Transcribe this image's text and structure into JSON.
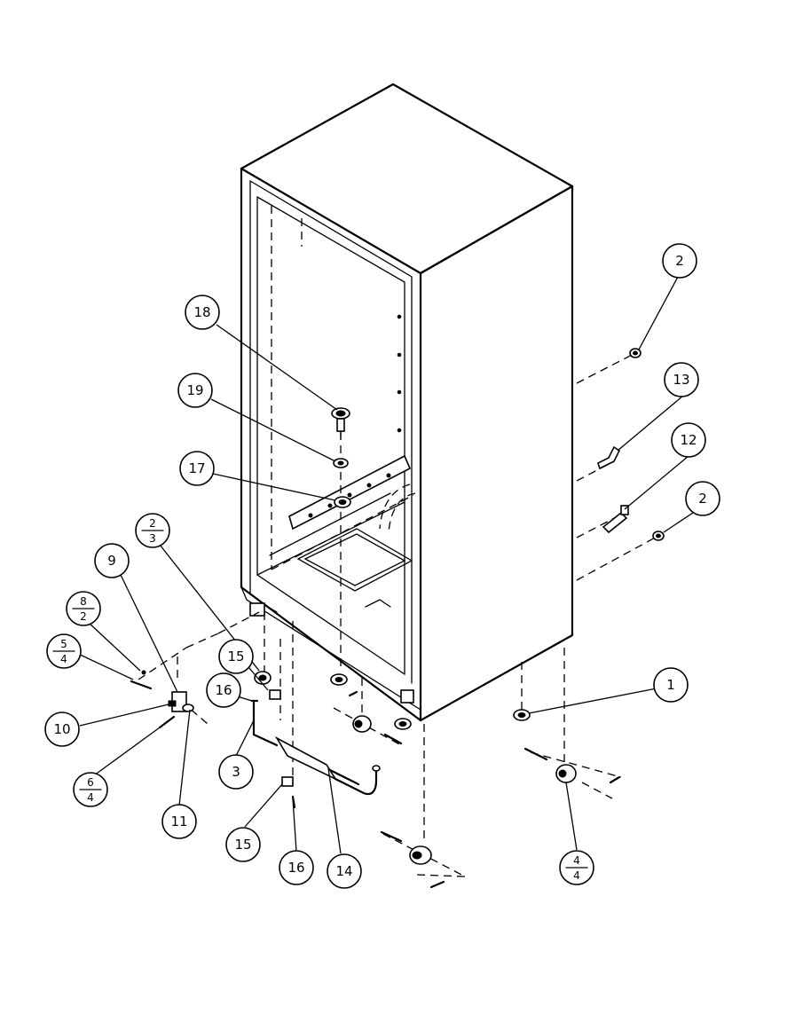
{
  "callouts": [
    {
      "id": "c-2a",
      "label": "2"
    },
    {
      "id": "c-13",
      "label": "13"
    },
    {
      "id": "c-12",
      "label": "12"
    },
    {
      "id": "c-2b",
      "label": "2"
    },
    {
      "id": "c-18",
      "label": "18"
    },
    {
      "id": "c-19",
      "label": "19"
    },
    {
      "id": "c-17",
      "label": "17"
    },
    {
      "id": "c-1",
      "label": "1"
    },
    {
      "id": "c-9",
      "label": "9"
    },
    {
      "id": "c-10",
      "label": "10"
    },
    {
      "id": "c-11",
      "label": "11"
    },
    {
      "id": "c-3",
      "label": "3"
    },
    {
      "id": "c-15a",
      "label": "15"
    },
    {
      "id": "c-16a",
      "label": "16"
    },
    {
      "id": "c-15b",
      "label": "15"
    },
    {
      "id": "c-16b",
      "label": "16"
    },
    {
      "id": "c-14",
      "label": "14"
    }
  ],
  "fraction_callouts": [
    {
      "id": "f-2-3",
      "top": "2",
      "bottom": "3"
    },
    {
      "id": "f-8-2",
      "top": "8",
      "bottom": "2"
    },
    {
      "id": "f-5-4",
      "top": "5",
      "bottom": "4"
    },
    {
      "id": "f-6-4",
      "top": "6",
      "bottom": "4"
    },
    {
      "id": "f-4-4",
      "top": "4",
      "bottom": "4"
    }
  ]
}
